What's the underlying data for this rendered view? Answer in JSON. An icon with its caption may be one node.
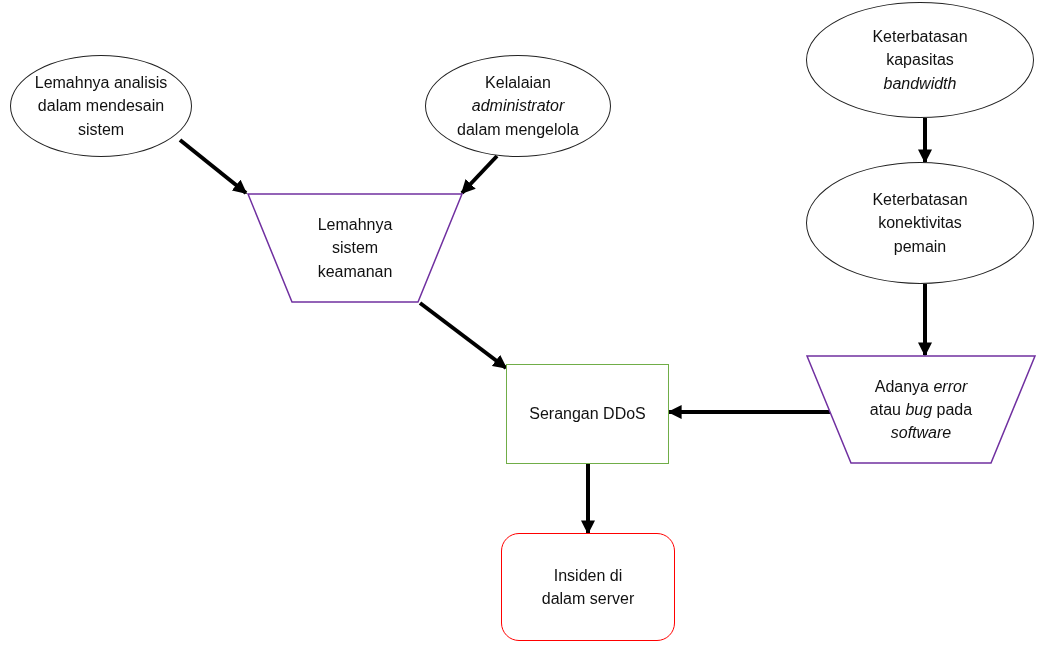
{
  "diagram": {
    "nodes": [
      {
        "text": [
          "Lemahnya analisis dalam mendesain sistem"
        ]
      },
      {
        "text": [
          "Kelalaian *administrator* dalam mengelola"
        ]
      },
      {
        "text": [
          "Lemahnya sistem keamanan"
        ]
      },
      {
        "text": [
          "Keterbatasan kapasitas *bandwidth*"
        ]
      },
      {
        "text": [
          "Keterbatasan konektivitas pemain"
        ]
      },
      {
        "text": [
          "Adanya *error* atau *bug* pada *software*"
        ]
      },
      {
        "text": [
          "Serangan DDoS"
        ]
      },
      {
        "text": [
          "Insiden di dalam server"
        ]
      }
    ],
    "edges": [
      {
        "from": 0,
        "to": 2,
        "arrow": "to"
      },
      {
        "from": 1,
        "to": 2,
        "arrow": "to"
      },
      {
        "from": 3,
        "to": 4,
        "arrow": "to"
      },
      {
        "from": 4,
        "to": 5,
        "arrow": "to"
      },
      {
        "from": 2,
        "to": 6,
        "arrow": "to"
      },
      {
        "from": 5,
        "to": 6,
        "arrow": "to"
      },
      {
        "from": 6,
        "to": 7,
        "arrow": "to"
      }
    ]
  }
}
